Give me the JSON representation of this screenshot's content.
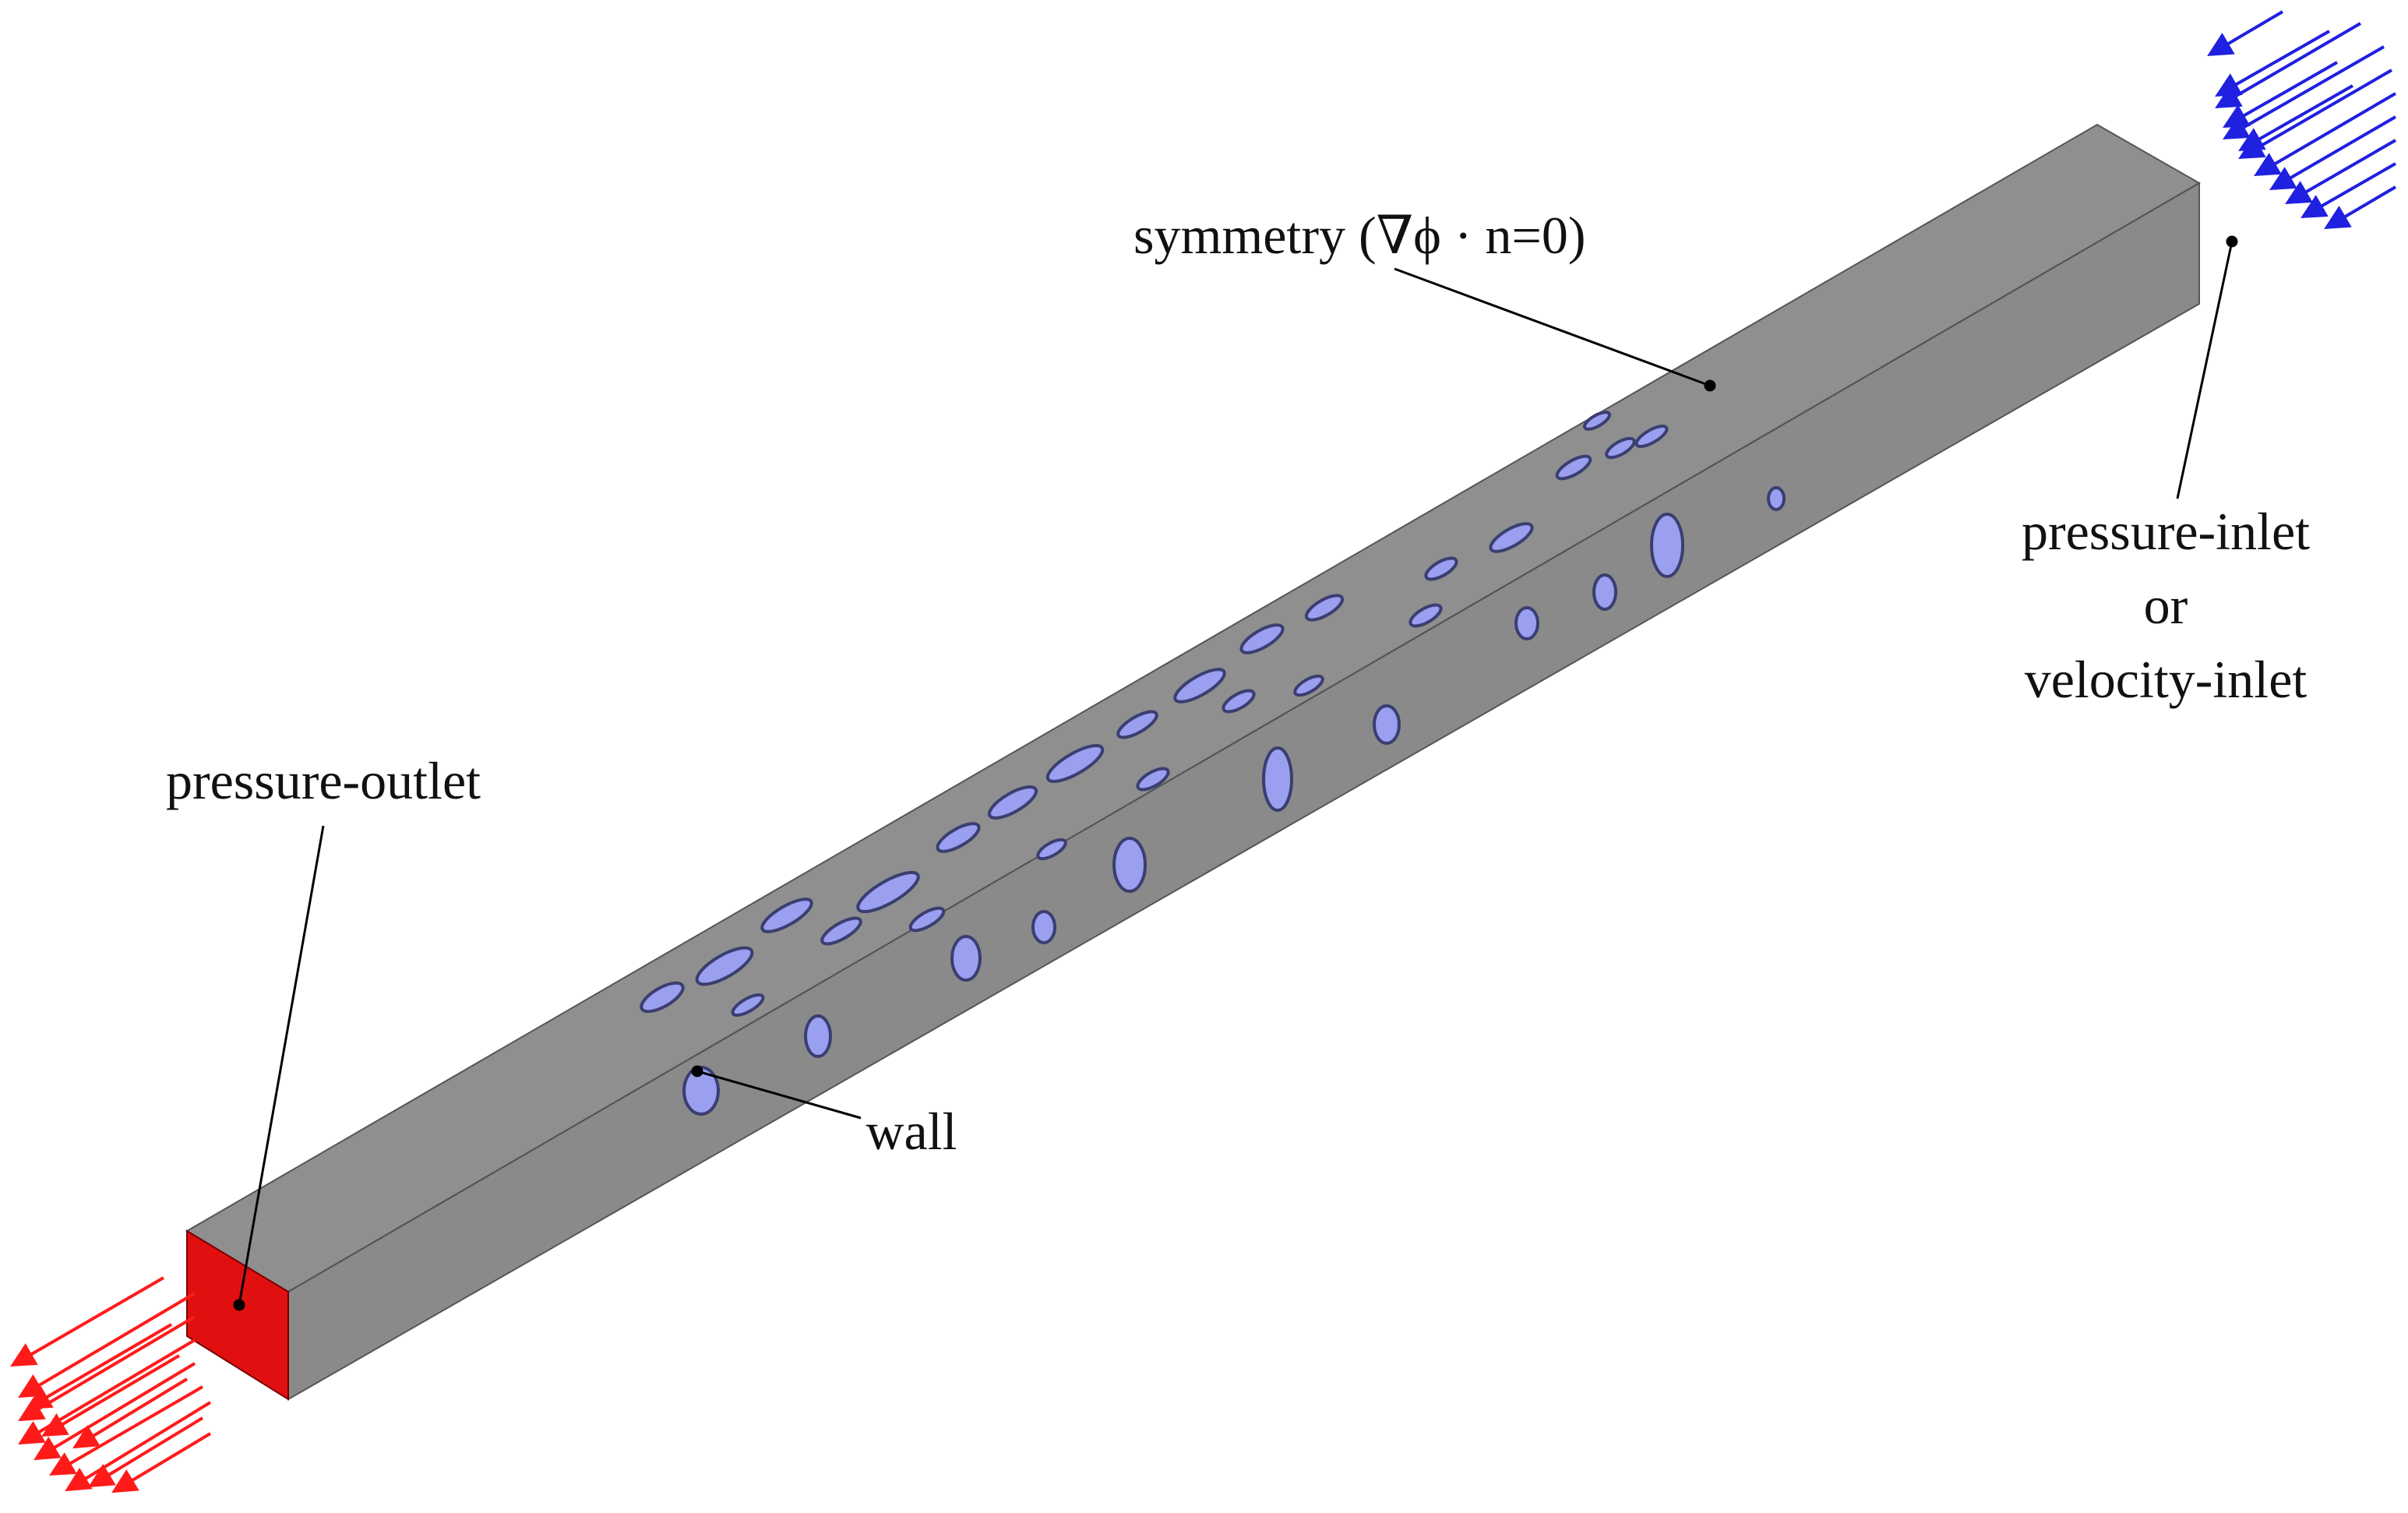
{
  "labels": {
    "symmetry": "symmetry (∇ϕ · n=0)",
    "inlet_line1": "pressure-inlet",
    "inlet_line2": "or",
    "inlet_line3": "velocity-inlet",
    "outlet": "pressure-outlet",
    "wall": "wall"
  },
  "colors": {
    "beam_top": "#8f8f8f",
    "beam_front": "#8a8a8a",
    "beam_end": "#6f6f6f",
    "pore": "#9a9ff0",
    "pore_dark": "#3a3e70",
    "outlet_face": "#e01010",
    "outlet_arrows": "#ff1a1a",
    "inlet_arrows": "#2020e0",
    "leader_line": "#000000"
  },
  "icons": {
    "outlet_arrows": "red-flow-arrows-icon",
    "inlet_arrows": "blue-flow-arrows-icon"
  }
}
